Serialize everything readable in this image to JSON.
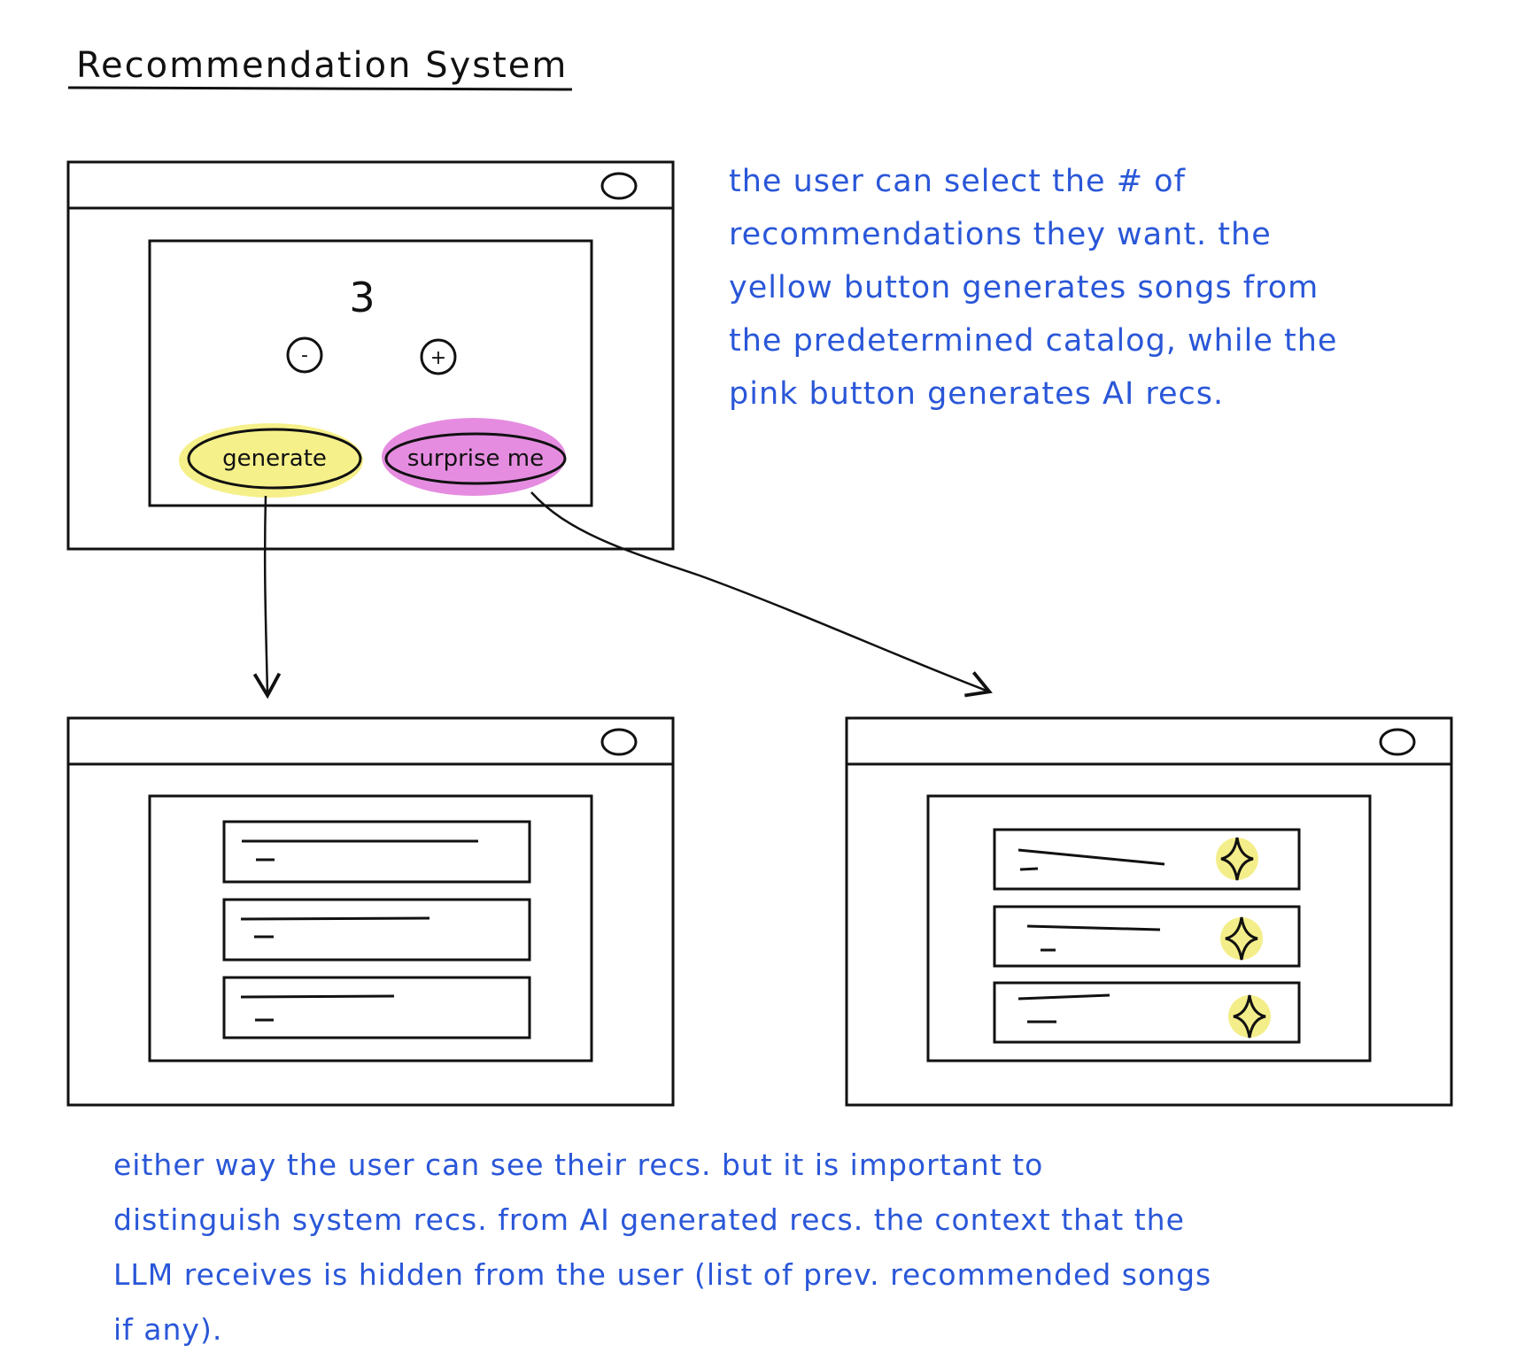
{
  "title": "Recommendation System",
  "top_wireframe": {
    "count": "3",
    "minus_label": "-",
    "plus_label": "+",
    "generate_label": "generate",
    "surprise_label": "surprise me"
  },
  "note_top": [
    "the user can select the # of",
    "recommendations they want. the",
    "yellow button generates songs from",
    "the predetermined catalog, while the",
    "pink button generates AI recs."
  ],
  "note_bottom": [
    "either way the user can see their recs. but it is important to",
    "distinguish system recs. from AI generated recs. the context that the",
    "LLM receives is hidden from the user (list of prev. recommended songs",
    "if any)."
  ],
  "icons": {
    "window_button": "circle-icon",
    "ai_marker": "sparkle-icon"
  },
  "colors": {
    "ink": "#111111",
    "note_blue": "#2a57d8",
    "yellow_highlight": "#f6f08a",
    "pink_highlight": "#e58ce0",
    "sparkle_bg": "#f4ee8a"
  }
}
